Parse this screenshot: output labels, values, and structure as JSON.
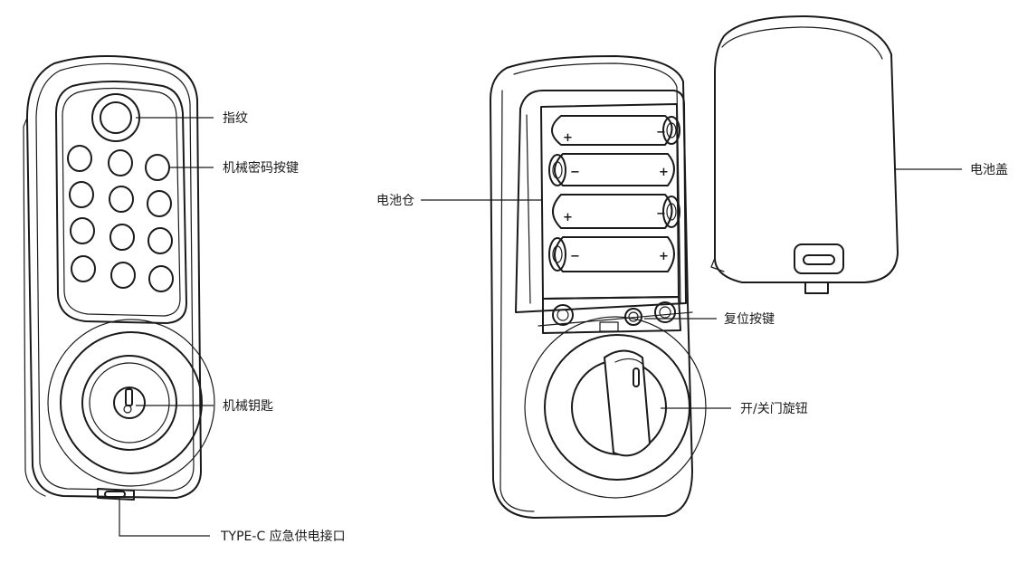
{
  "labels": {
    "fingerprint": "指纹",
    "keypad": "机械密码按键",
    "key": "机械钥匙",
    "usb": "TYPE-C 应急供电接口",
    "battery_compartment": "电池仓",
    "reset_button": "复位按键",
    "thumb_turn": "开/关门旋钮",
    "battery_cover": "电池盖"
  },
  "battery_symbols": {
    "plus": "+",
    "minus": "−"
  },
  "icons": {
    "usb_port": "usb-c-port-icon",
    "key_cylinder": "key-cylinder-icon",
    "fingerprint_sensor": "fingerprint-sensor-icon"
  }
}
